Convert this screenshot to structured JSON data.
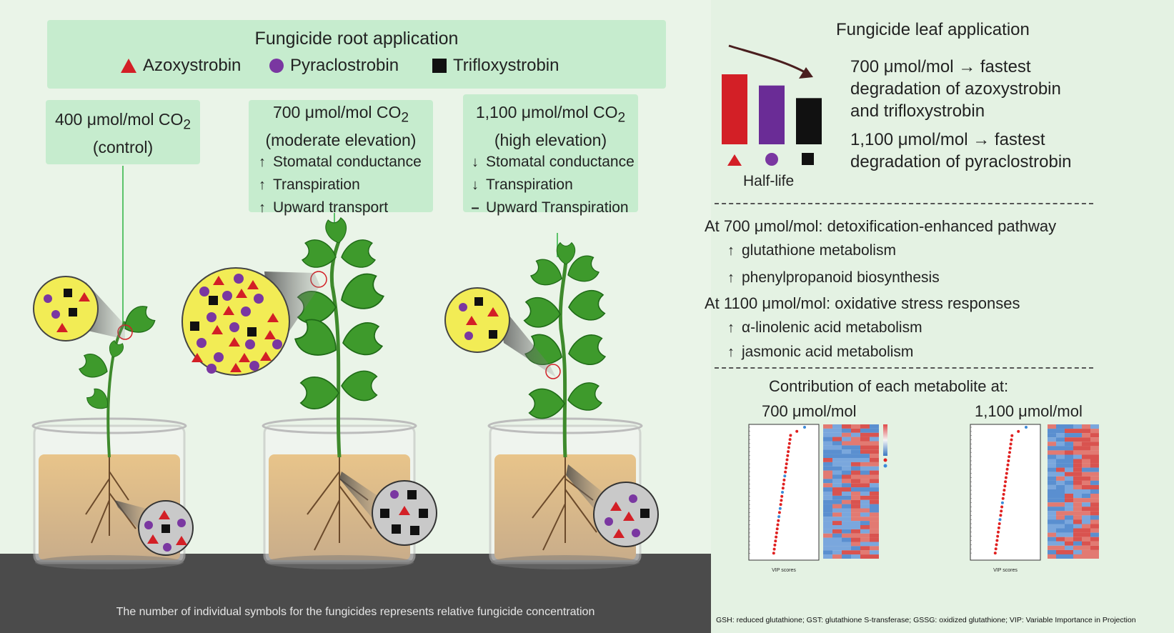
{
  "left": {
    "legend": {
      "title": "Fungicide root application",
      "items": [
        {
          "name": "Azoxystrobin",
          "shape": "triangle",
          "color": "#d31f26"
        },
        {
          "name": "Pyraclostrobin",
          "shape": "circle",
          "color": "#7a37a1"
        },
        {
          "name": "Trifloxystrobin",
          "shape": "square",
          "color": "#111111"
        }
      ]
    },
    "conditions": [
      {
        "line1": "400 μmol/mol CO",
        "sub": "2",
        "line2": "(control)",
        "effects": []
      },
      {
        "line1": "700 μmol/mol CO",
        "sub": "2",
        "line2": "(moderate elevation)",
        "effects": [
          {
            "dir": "up",
            "text": "Stomatal conductance"
          },
          {
            "dir": "up",
            "text": "Transpiration"
          },
          {
            "dir": "up",
            "text": "Upward transport"
          }
        ]
      },
      {
        "line1": "1,100 μmol/mol CO",
        "sub": "2",
        "line2": "(high elevation)",
        "effects": [
          {
            "dir": "down",
            "text": "Stomatal conductance"
          },
          {
            "dir": "down",
            "text": "Transpiration"
          },
          {
            "dir": "none",
            "text": "Upward Transpiration"
          }
        ]
      }
    ],
    "footnote": "The number of individual symbols for the fungicides represents relative fungicide concentration"
  },
  "right": {
    "leaf_title": "Fungicide leaf application",
    "halflife_label": "Half-life",
    "bars": [
      {
        "fungicide": "Azoxystrobin",
        "relative_value": 1.0,
        "color": "#d31f26"
      },
      {
        "fungicide": "Pyraclostrobin",
        "relative_value": 0.84,
        "color": "#6a2c96"
      },
      {
        "fungicide": "Trifloxystrobin",
        "relative_value": 0.66,
        "color": "#111111"
      }
    ],
    "finding1": [
      "700 μmol/mol → fastest",
      "degradation of azoxystrobin",
      "and trifloxystrobin"
    ],
    "finding2": [
      "1,100 μmol/mol → fastest",
      "degradation of pyraclostrobin"
    ],
    "pathway700": {
      "title": "At 700 μmol/mol: detoxification-enhanced pathway",
      "items": [
        "glutathione metabolism",
        "phenylpropanoid biosynthesis"
      ]
    },
    "pathway1100": {
      "title": "At 1100 μmol/mol: oxidative stress responses",
      "items": [
        "α-linolenic acid metabolism",
        "jasmonic acid metabolism"
      ]
    },
    "contribution_title": "Contribution of each metabolite at:",
    "plot_labels": [
      "700 μmol/mol",
      "1,100 μmol/mol"
    ],
    "vip_axis_label": "VIP scores",
    "footnote": "GSH: reduced glutathione; GST: glutathione S-transferase; GSSG: oxidized glutathione; VIP: Variable Importance in Projection"
  },
  "colors": {
    "panel_left": "#eaf4e8",
    "panel_right": "#e4f2e3",
    "box": "#c6ecce",
    "leaf": "#3e9a2c",
    "soil": "#cfb28a",
    "magnifier": "#f2ec55",
    "root_magnifier": "#c9c9c9"
  }
}
